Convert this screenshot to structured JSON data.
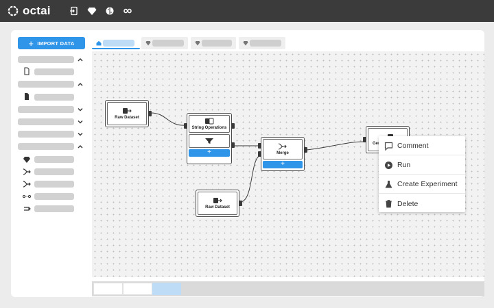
{
  "app": {
    "name": "octai"
  },
  "colors": {
    "accent": "#2f95e8",
    "topbar": "#3b3b3b"
  },
  "topbar": {
    "icons": [
      "import-icon",
      "diamond-icon",
      "brain-icon",
      "infinity-icon"
    ]
  },
  "sidebar": {
    "import_label": "IMPORT DATA",
    "icons": [
      "file-icon",
      "file-filled-icon",
      "diamond-icon",
      "merge-icon",
      "merge-icon",
      "pipeline-icon",
      "loop-icon"
    ]
  },
  "tabs": [
    {
      "icon": "home-icon",
      "active": true
    },
    {
      "icon": "diamond-icon",
      "active": false
    },
    {
      "icon": "diamond-icon",
      "active": false
    },
    {
      "icon": "diamond-icon",
      "active": false
    }
  ],
  "nodes": {
    "raw1": {
      "label": "Raw Dataset"
    },
    "string_ops": {
      "label": "String Operations",
      "add": "+"
    },
    "merge": {
      "label": "Merge",
      "add": "+"
    },
    "raw2": {
      "label": "Raw Dataset"
    },
    "gen": {
      "label": "Gen"
    }
  },
  "context_menu": {
    "items": [
      {
        "label": "Comment",
        "icon": "comment-icon"
      },
      {
        "label": "Run",
        "icon": "play-icon"
      },
      {
        "label": "Create Experiment",
        "icon": "flask-icon"
      },
      {
        "label": "Delete",
        "icon": "trash-icon"
      }
    ]
  }
}
